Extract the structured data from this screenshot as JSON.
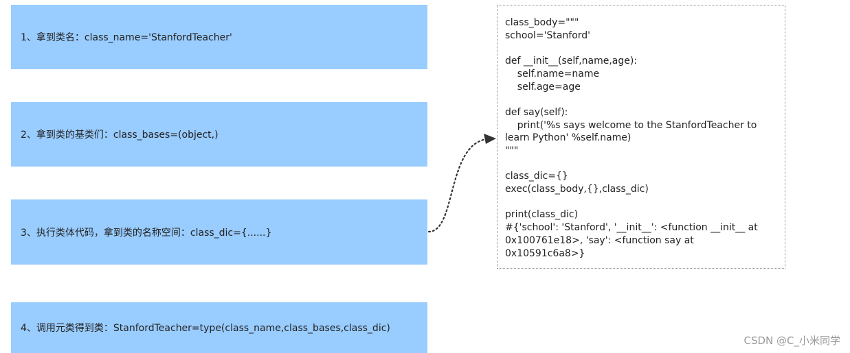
{
  "steps": [
    "1、拿到类名：class_name='StanfordTeacher'",
    "2、拿到类的基类们：class_bases=(object,)",
    "3、执行类体代码，拿到类的名称空间：class_dic={......}",
    "4、调用元类得到类：StanfordTeacher=type(class_name,class_bases,class_dic)"
  ],
  "code_lines": [
    "class_body=\"\"\"",
    "school='Stanford'",
    "",
    "def __init__(self,name,age):",
    "    self.name=name",
    "    self.age=age",
    "",
    "def say(self):",
    "    print('%s says welcome to the StanfordTeacher to",
    "learn Python' %self.name)",
    "\"\"\"",
    "",
    "class_dic={}",
    "exec(class_body,{},class_dic)",
    "",
    "print(class_dic)",
    "#{'school': 'Stanford', '__init__': <function __init__ at",
    "0x100761e18>, 'say': <function say at",
    "0x10591c6a8>}"
  ],
  "watermark": "CSDN @C_小米同学",
  "colors": {
    "step_box": "#99ccff",
    "connector": "#333333",
    "code_border": "#8a8a8a"
  }
}
